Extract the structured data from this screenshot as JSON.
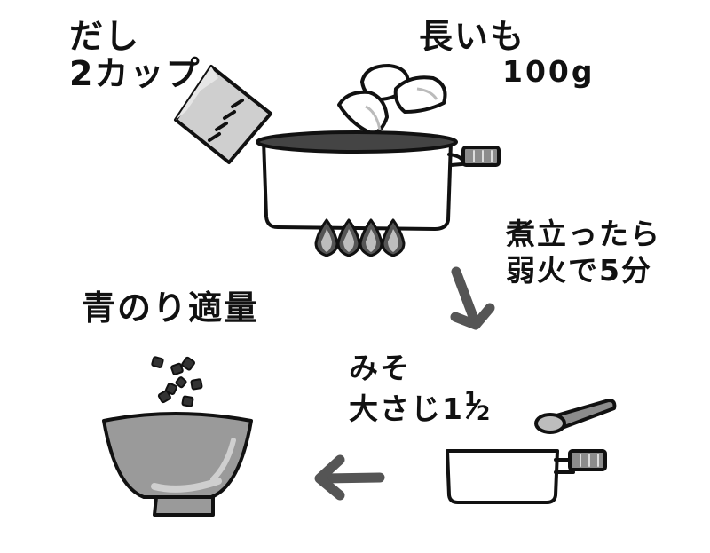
{
  "steps": {
    "dashi": {
      "line1": "だし",
      "line2": "2カップ"
    },
    "yam": {
      "name": "長いも",
      "amount": "100g"
    },
    "simmer": {
      "line1": "煮立ったら",
      "line2": "弱火で5分"
    },
    "miso": {
      "line1": "みそ",
      "line2_prefix": "大さじ1",
      "frac_num": "1",
      "frac_den": "2"
    },
    "aonori": {
      "text": "青のり適量"
    }
  },
  "colors": {
    "ink": "#111111",
    "soup": "#444444",
    "metal_gray": "#9a9a9a",
    "light_gray": "#cfcfcf",
    "arrow_gray": "#555555",
    "background": "#ffffff"
  },
  "icons": [
    "measuring-cup-icon",
    "pot-icon",
    "yam-chunk-icon",
    "flame-icon",
    "arrow-icon",
    "bowl-icon",
    "saucepan-icon",
    "measuring-spoon-icon",
    "aonori-flake-icon"
  ]
}
